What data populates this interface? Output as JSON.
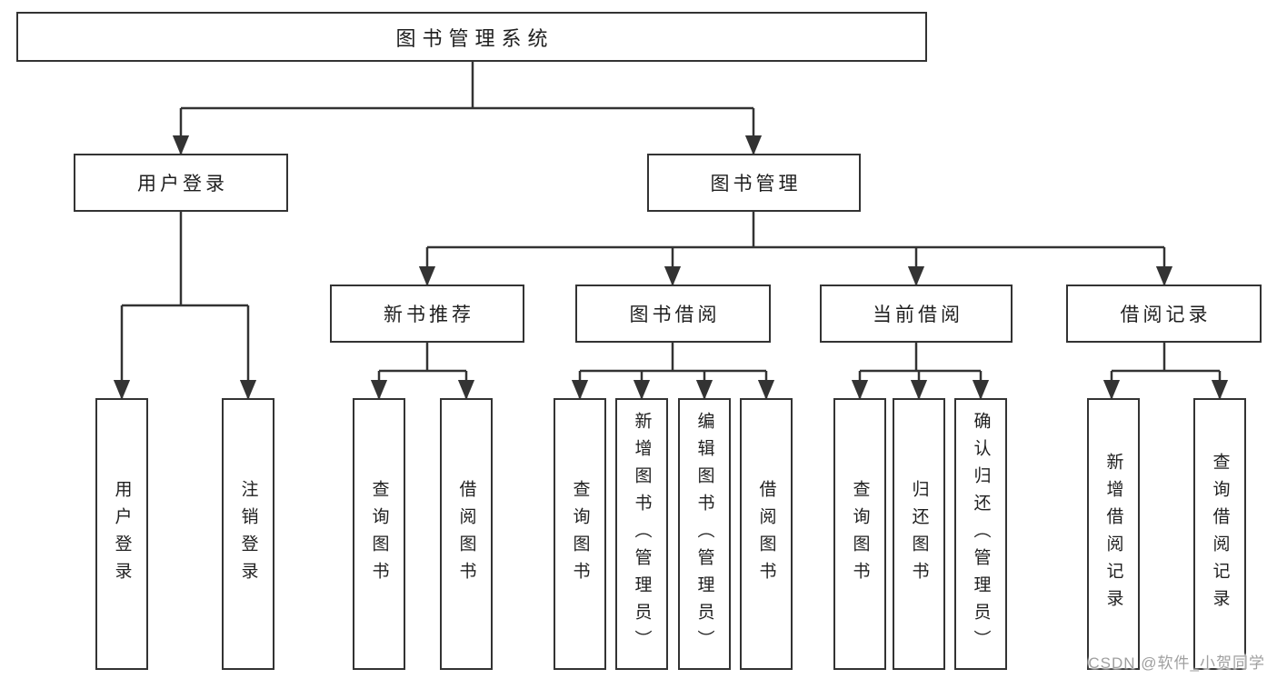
{
  "nodes": {
    "root": "图书管理系统",
    "user_login": "用户登录",
    "book_mgmt": "图书管理",
    "new_book_rec": "新书推荐",
    "book_borrow": "图书借阅",
    "current_borrow": "当前借阅",
    "borrow_records": "借阅记录",
    "ul_user_login": "用户登录",
    "ul_logout": "注销登录",
    "nbr_query_book": "查询图书",
    "nbr_borrow_book": "借阅图书",
    "bb_query_book": "查询图书",
    "bb_add_book": "新增图书（管理员）",
    "bb_edit_book": "编辑图书（管理员）",
    "bb_borrow_book": "借阅图书",
    "cb_query_book": "查询图书",
    "cb_return_book": "归还图书",
    "cb_confirm_return": "确认归还（管理员）",
    "br_add_record": "新增借阅记录",
    "br_query_record": "查询借阅记录"
  },
  "hierarchy": {
    "图书管理系统": {
      "用户登录": [
        "用户登录",
        "注销登录"
      ],
      "图书管理": {
        "新书推荐": [
          "查询图书",
          "借阅图书"
        ],
        "图书借阅": [
          "查询图书",
          "新增图书（管理员）",
          "编辑图书（管理员）",
          "借阅图书"
        ],
        "当前借阅": [
          "查询图书",
          "归还图书",
          "确认归还（管理员）"
        ],
        "借阅记录": [
          "新增借阅记录",
          "查询借阅记录"
        ]
      }
    }
  },
  "watermark": "CSDN @软件_小贺同学",
  "colors": {
    "line": "#333333",
    "text": "#1f1f1f",
    "box_background": "#ffffff",
    "page_background": "#ffffff",
    "watermark": "#9f9f9f"
  }
}
